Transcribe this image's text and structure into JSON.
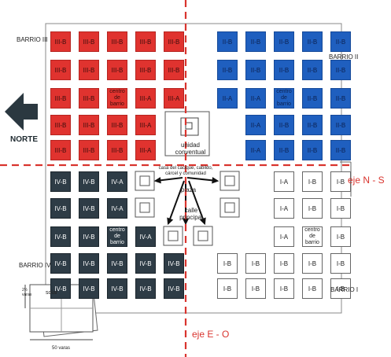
{
  "labels": {
    "barrio_iii": "BARRIO III",
    "barrio_ii": "BARRIO II",
    "barrio_iv": "BARRIO IV",
    "barrio_i": "BARRIO I",
    "norte": "NORTE",
    "eje_ns": "eje N - S",
    "eje_eo": "eje E - O",
    "unidad_conventual": "unidad conventual",
    "plaza": "plaza",
    "calle_principal": "calle principal",
    "casa_cacique": "casa del cacique, cabildo, cárcel y comunidad",
    "solar": "solar",
    "dim_side": "2½ varas",
    "dim_bottom": "50 varas"
  },
  "quadrants": {
    "barrio_iii": {
      "color": "#e0332f",
      "rows": [
        [
          "III-B",
          "III-B",
          "III-B",
          "III-B",
          "III-B"
        ],
        [
          "III-B",
          "III-B",
          "III-B",
          "III-B",
          "III-B"
        ],
        [
          "III-B",
          "III-B",
          "centro de barrio",
          "III-A",
          "III-A"
        ],
        [
          "III-B",
          "III-B",
          "III-B",
          "III-A",
          ""
        ],
        [
          "III-B",
          "III-B",
          "III-B",
          "III-A",
          ""
        ]
      ]
    },
    "barrio_ii": {
      "color": "#1f5fbf",
      "rows": [
        [
          "II-B",
          "II-B",
          "II-B",
          "II-B",
          "II-B"
        ],
        [
          "II-B",
          "II-B",
          "II-B",
          "II-B",
          "II-B"
        ],
        [
          "II-A",
          "II-A",
          "centro de barrio",
          "II-B",
          "II-B"
        ],
        [
          "",
          "II-A",
          "II-B",
          "II-B",
          "II-B"
        ],
        [
          "",
          "II-A",
          "II-B",
          "II-B",
          "II-B"
        ]
      ]
    },
    "barrio_iv": {
      "color": "#2e3c46",
      "rows": [
        [
          "IV-B",
          "IV-B",
          "IV-A",
          "",
          ""
        ],
        [
          "IV-B",
          "IV-B",
          "IV-A",
          "",
          ""
        ],
        [
          "IV-B",
          "IV-B",
          "centro de barrio",
          "IV-A",
          ""
        ],
        [
          "IV-B",
          "IV-B",
          "IV-B",
          "IV-B",
          "IV-B"
        ],
        [
          "IV-B",
          "IV-B",
          "IV-B",
          "IV-B",
          "IV-B"
        ]
      ]
    },
    "barrio_i": {
      "color": "#ffffff",
      "rows": [
        [
          "",
          "",
          "I-A",
          "I-B",
          "I-B"
        ],
        [
          "",
          "",
          "I-A",
          "I-B",
          "I-B"
        ],
        [
          "",
          "",
          "I-A",
          "centro de barrio",
          "I-B"
        ],
        [
          "I-B",
          "I-B",
          "I-B",
          "I-B",
          "I-B"
        ],
        [
          "I-B",
          "I-B",
          "I-B",
          "I-B",
          "I-B"
        ]
      ]
    }
  },
  "axis_color": "#d9342e"
}
